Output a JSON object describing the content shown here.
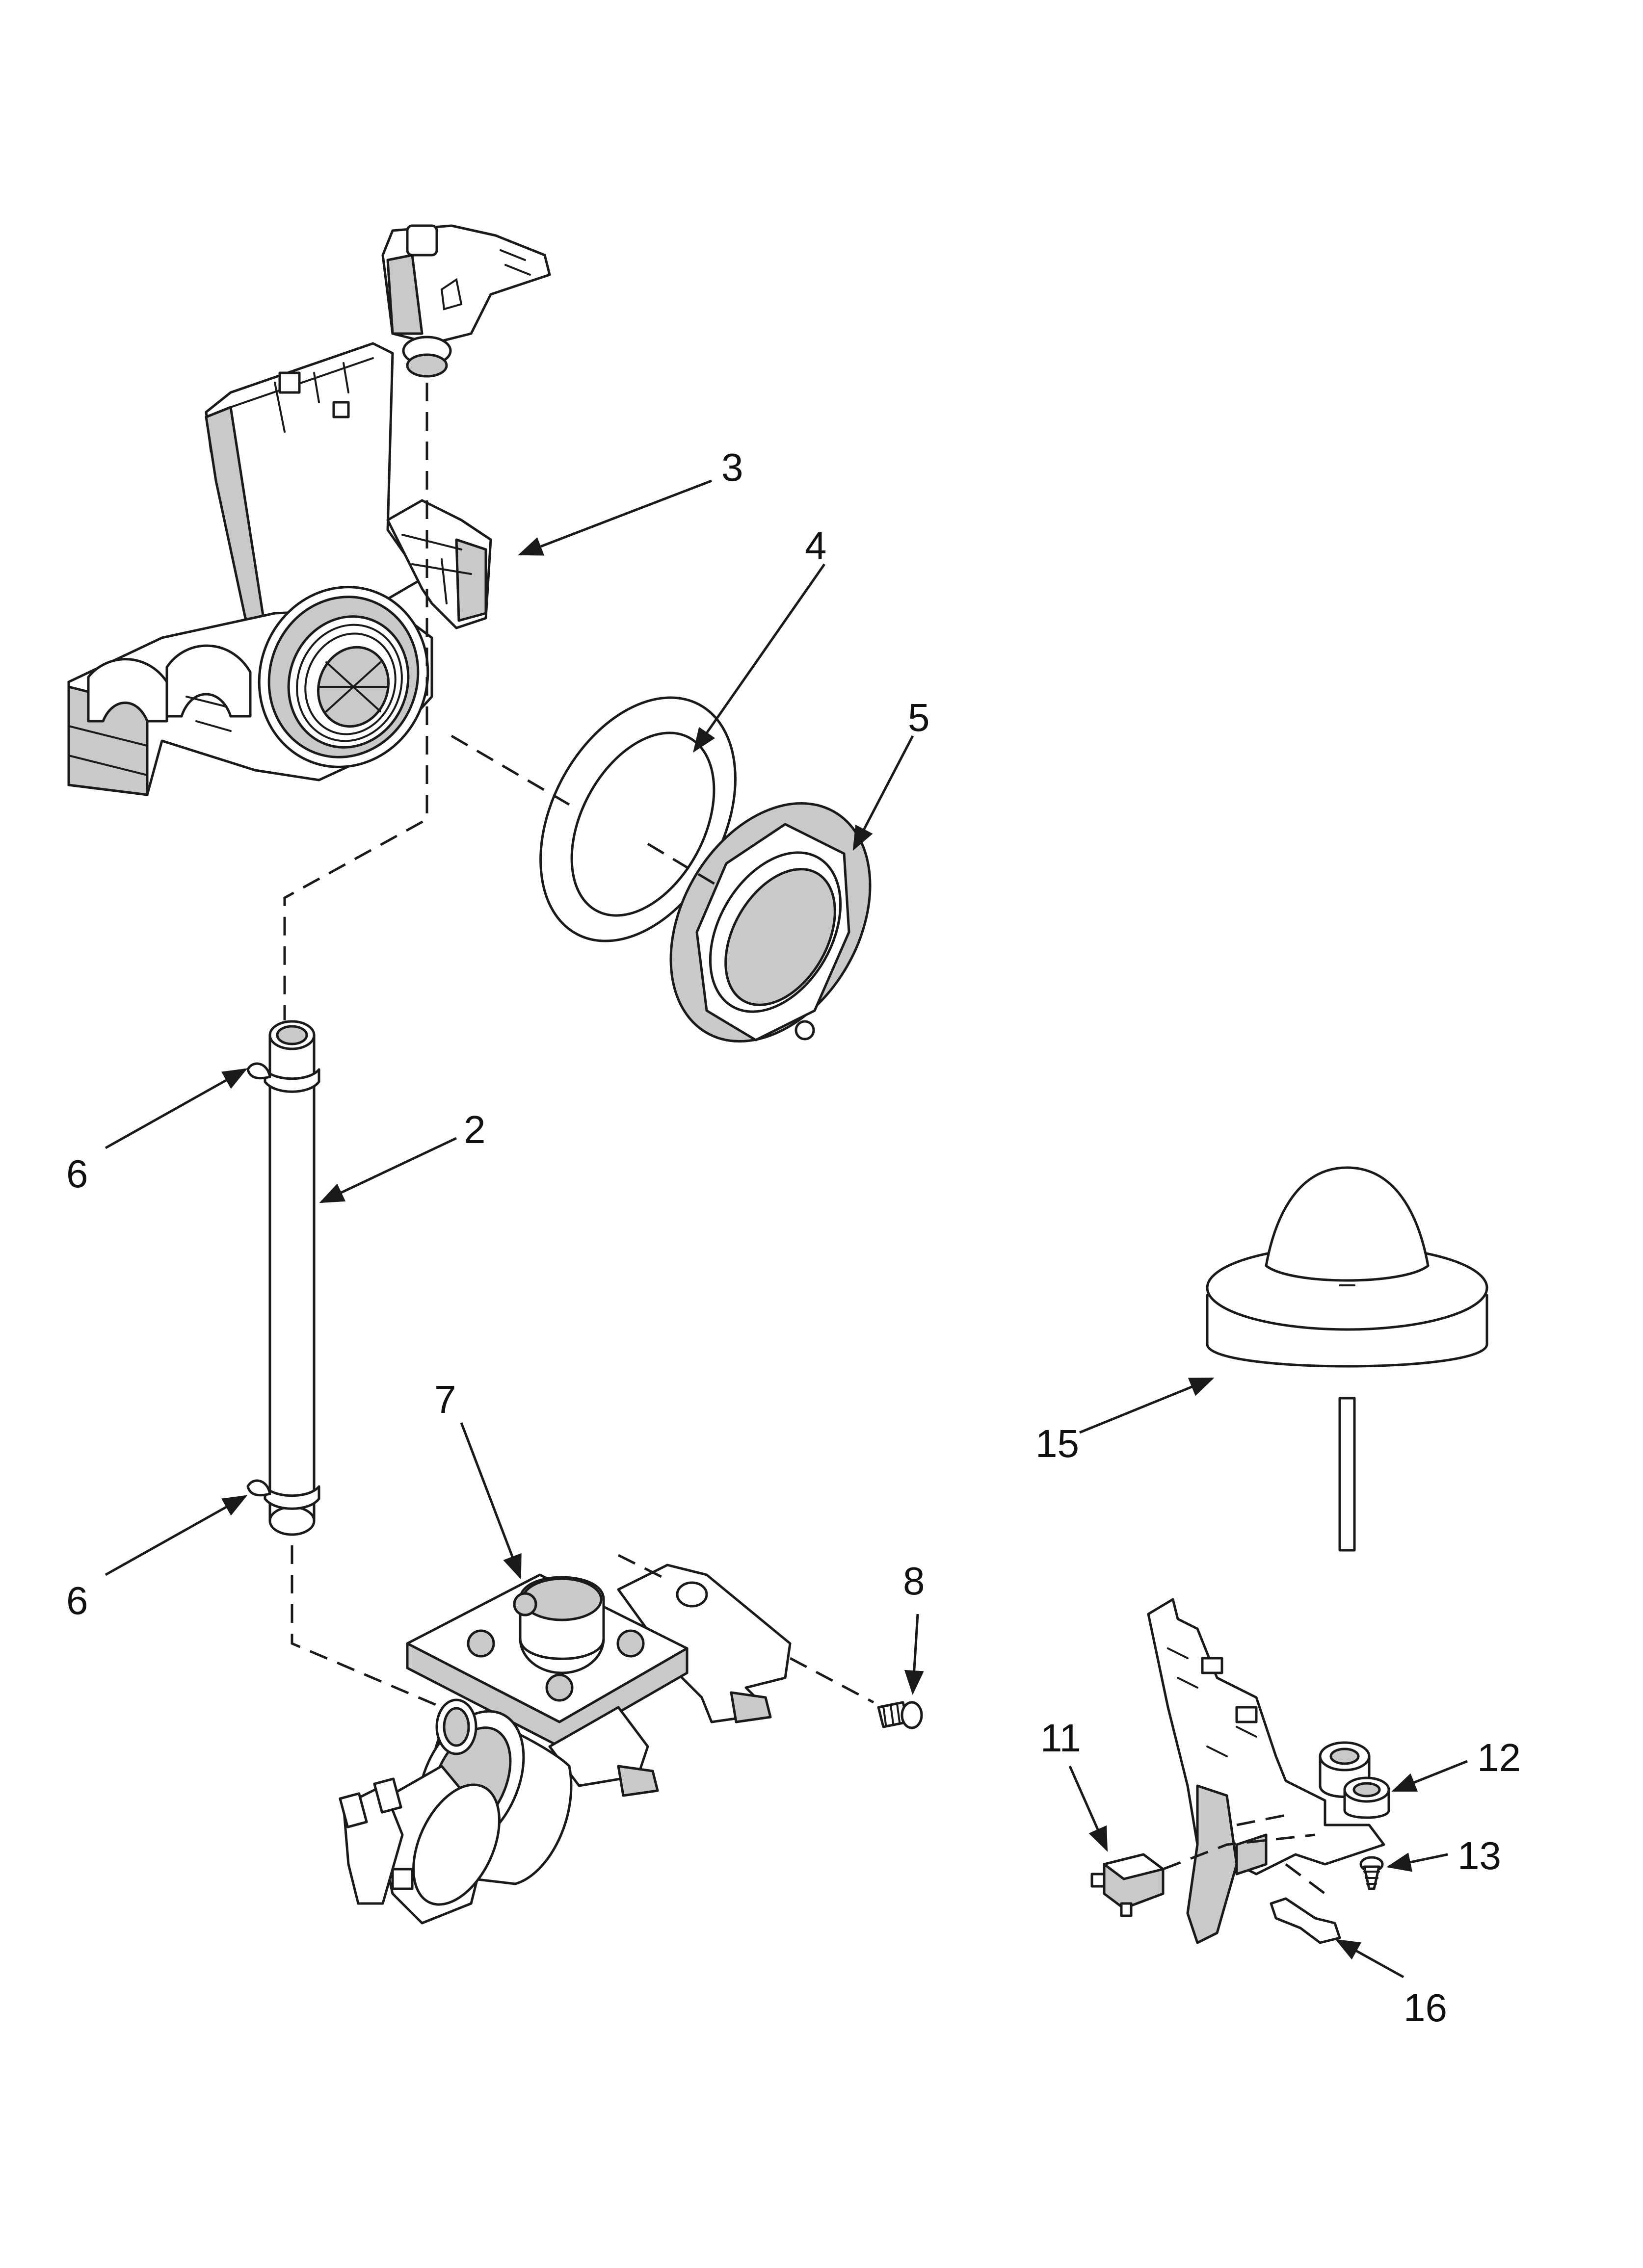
{
  "callouts": {
    "c2": "2",
    "c3": "3",
    "c4": "4",
    "c5": "5",
    "c6a": "6",
    "c6b": "6",
    "c7": "7",
    "c8": "8",
    "c11": "11",
    "c12": "12",
    "c13": "13",
    "c15": "15",
    "c16": "16"
  },
  "colors": {
    "line": "#1a1a1a",
    "shade": "#c9c9c9",
    "background": "#ffffff"
  }
}
